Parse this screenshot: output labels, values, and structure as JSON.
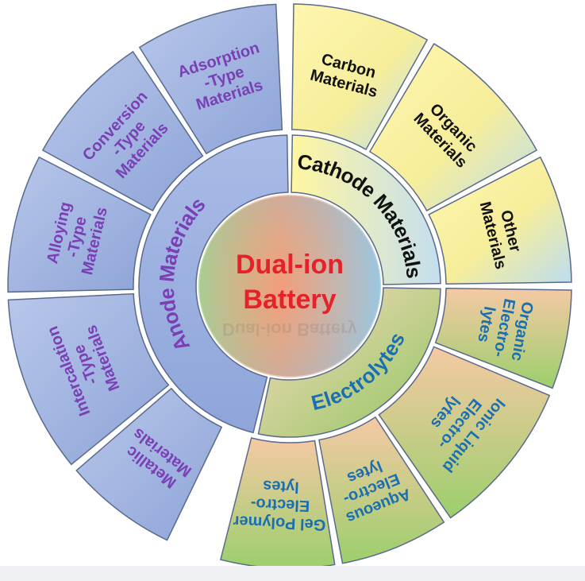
{
  "center": {
    "line1": "Dual-ion",
    "line2": "Battery",
    "reflection": "Dual-ion Battery",
    "color": "#e5222a"
  },
  "groups": [
    {
      "id": "cathode",
      "label": "Cathode Materials",
      "color": "#111111",
      "items": [
        {
          "id": "carbon-materials",
          "lines": [
            "Carbon",
            "Materials"
          ]
        },
        {
          "id": "organic-materials",
          "lines": [
            "Organic",
            "Materials"
          ]
        },
        {
          "id": "other-materials",
          "lines": [
            "Other",
            "Materials"
          ]
        }
      ]
    },
    {
      "id": "electrolytes",
      "label": "Electrolytes",
      "color": "#1b6fb0",
      "items": [
        {
          "id": "organic-electrolytes",
          "lines": [
            "Organic",
            "Electro-",
            "lytes"
          ]
        },
        {
          "id": "ionic-liquid-electrolytes",
          "lines": [
            "Ionic Liquid",
            "Electro-",
            "lytes"
          ]
        },
        {
          "id": "aqueous-electrolytes",
          "lines": [
            "Aqueous",
            "Electro-",
            "lytes"
          ]
        },
        {
          "id": "gel-polymer-electrolytes",
          "lines": [
            "Gel Polymer",
            "Electro-",
            "lytes"
          ]
        }
      ]
    },
    {
      "id": "anode",
      "label": "Anode Materials",
      "color": "#7a3fb5",
      "items": [
        {
          "id": "metallic-materials",
          "lines": [
            "Metallic",
            "Materials"
          ]
        },
        {
          "id": "intercalation-materials",
          "lines": [
            "Intercalation",
            "-Type",
            "Materials"
          ]
        },
        {
          "id": "alloying-materials",
          "lines": [
            "Alloying",
            "-Type",
            "Materials"
          ]
        },
        {
          "id": "conversion-materials",
          "lines": [
            "Conversion",
            "-Type",
            "Materials"
          ]
        },
        {
          "id": "adsorption-materials",
          "lines": [
            "Adsorption",
            "-Type",
            "Materials"
          ]
        }
      ]
    }
  ]
}
